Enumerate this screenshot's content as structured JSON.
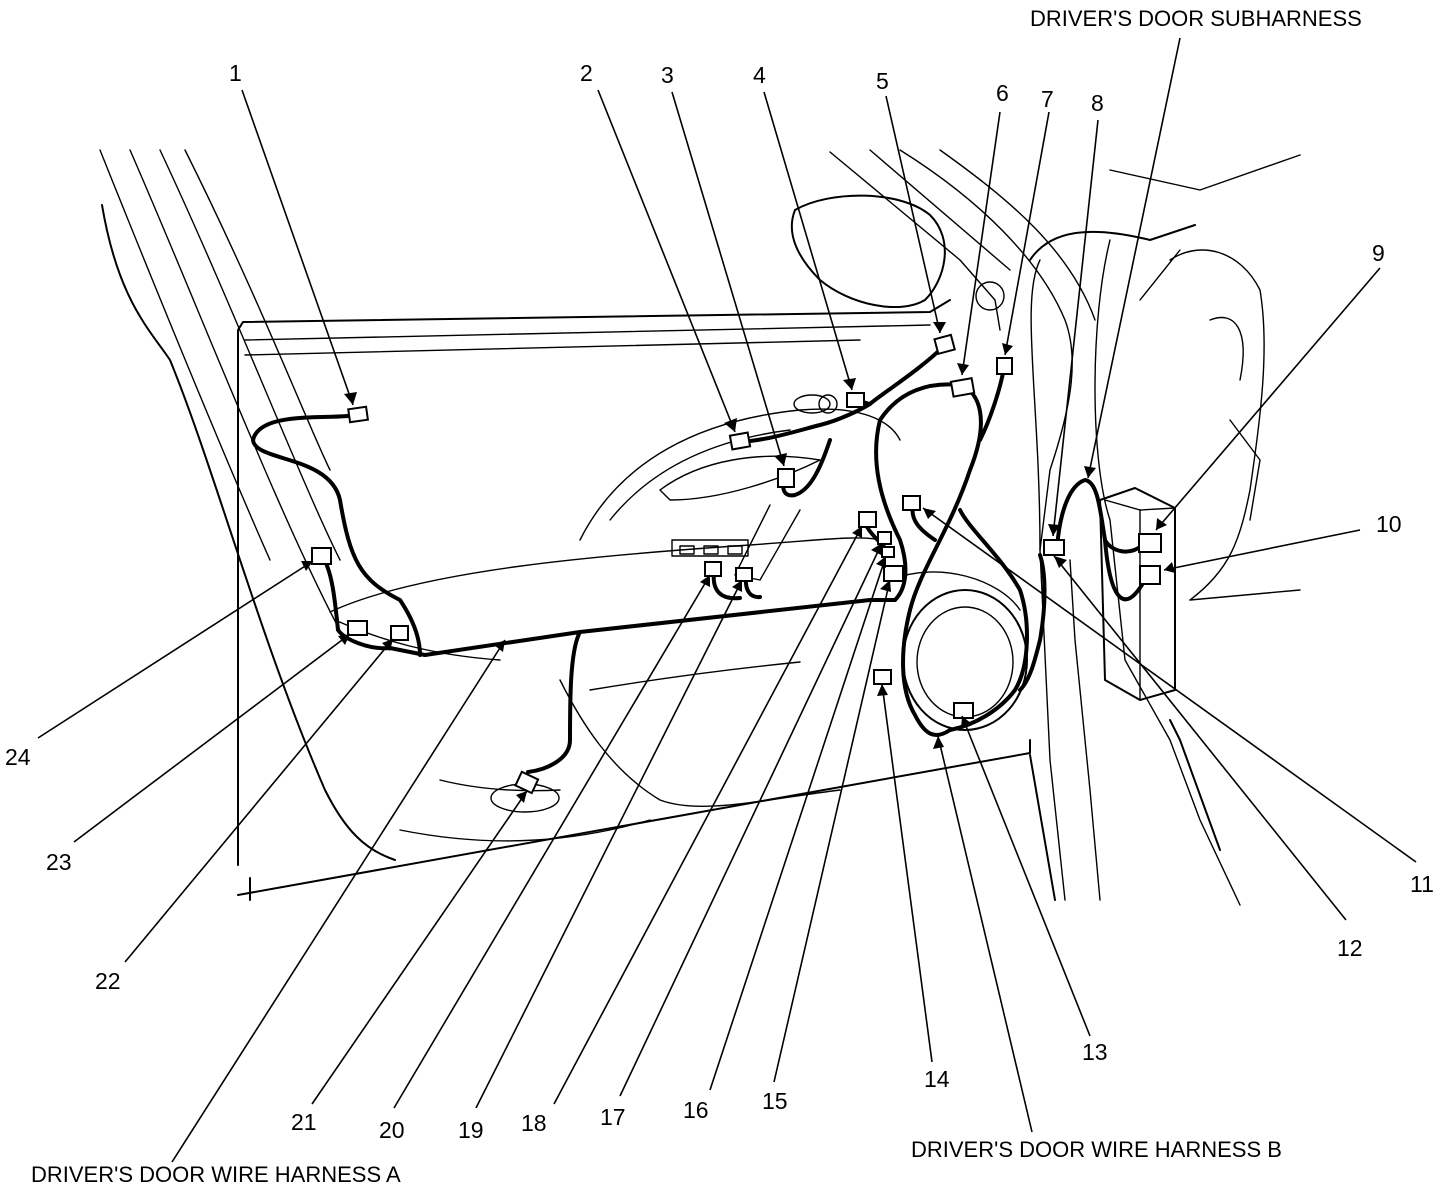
{
  "callouts": [
    "1",
    "2",
    "3",
    "4",
    "5",
    "6",
    "7",
    "8",
    "9",
    "10",
    "11",
    "12",
    "13",
    "14",
    "15",
    "16",
    "17",
    "18",
    "19",
    "20",
    "21",
    "22",
    "23",
    "24"
  ],
  "harness_labels": {
    "subharness": "DRIVER'S DOOR SUBHARNESS",
    "harness_a": "DRIVER'S DOOR WIRE HARNESS A",
    "harness_b": "DRIVER'S DOOR WIRE HARNESS B"
  },
  "colors": {
    "line": "#000000",
    "background": "#ffffff"
  }
}
